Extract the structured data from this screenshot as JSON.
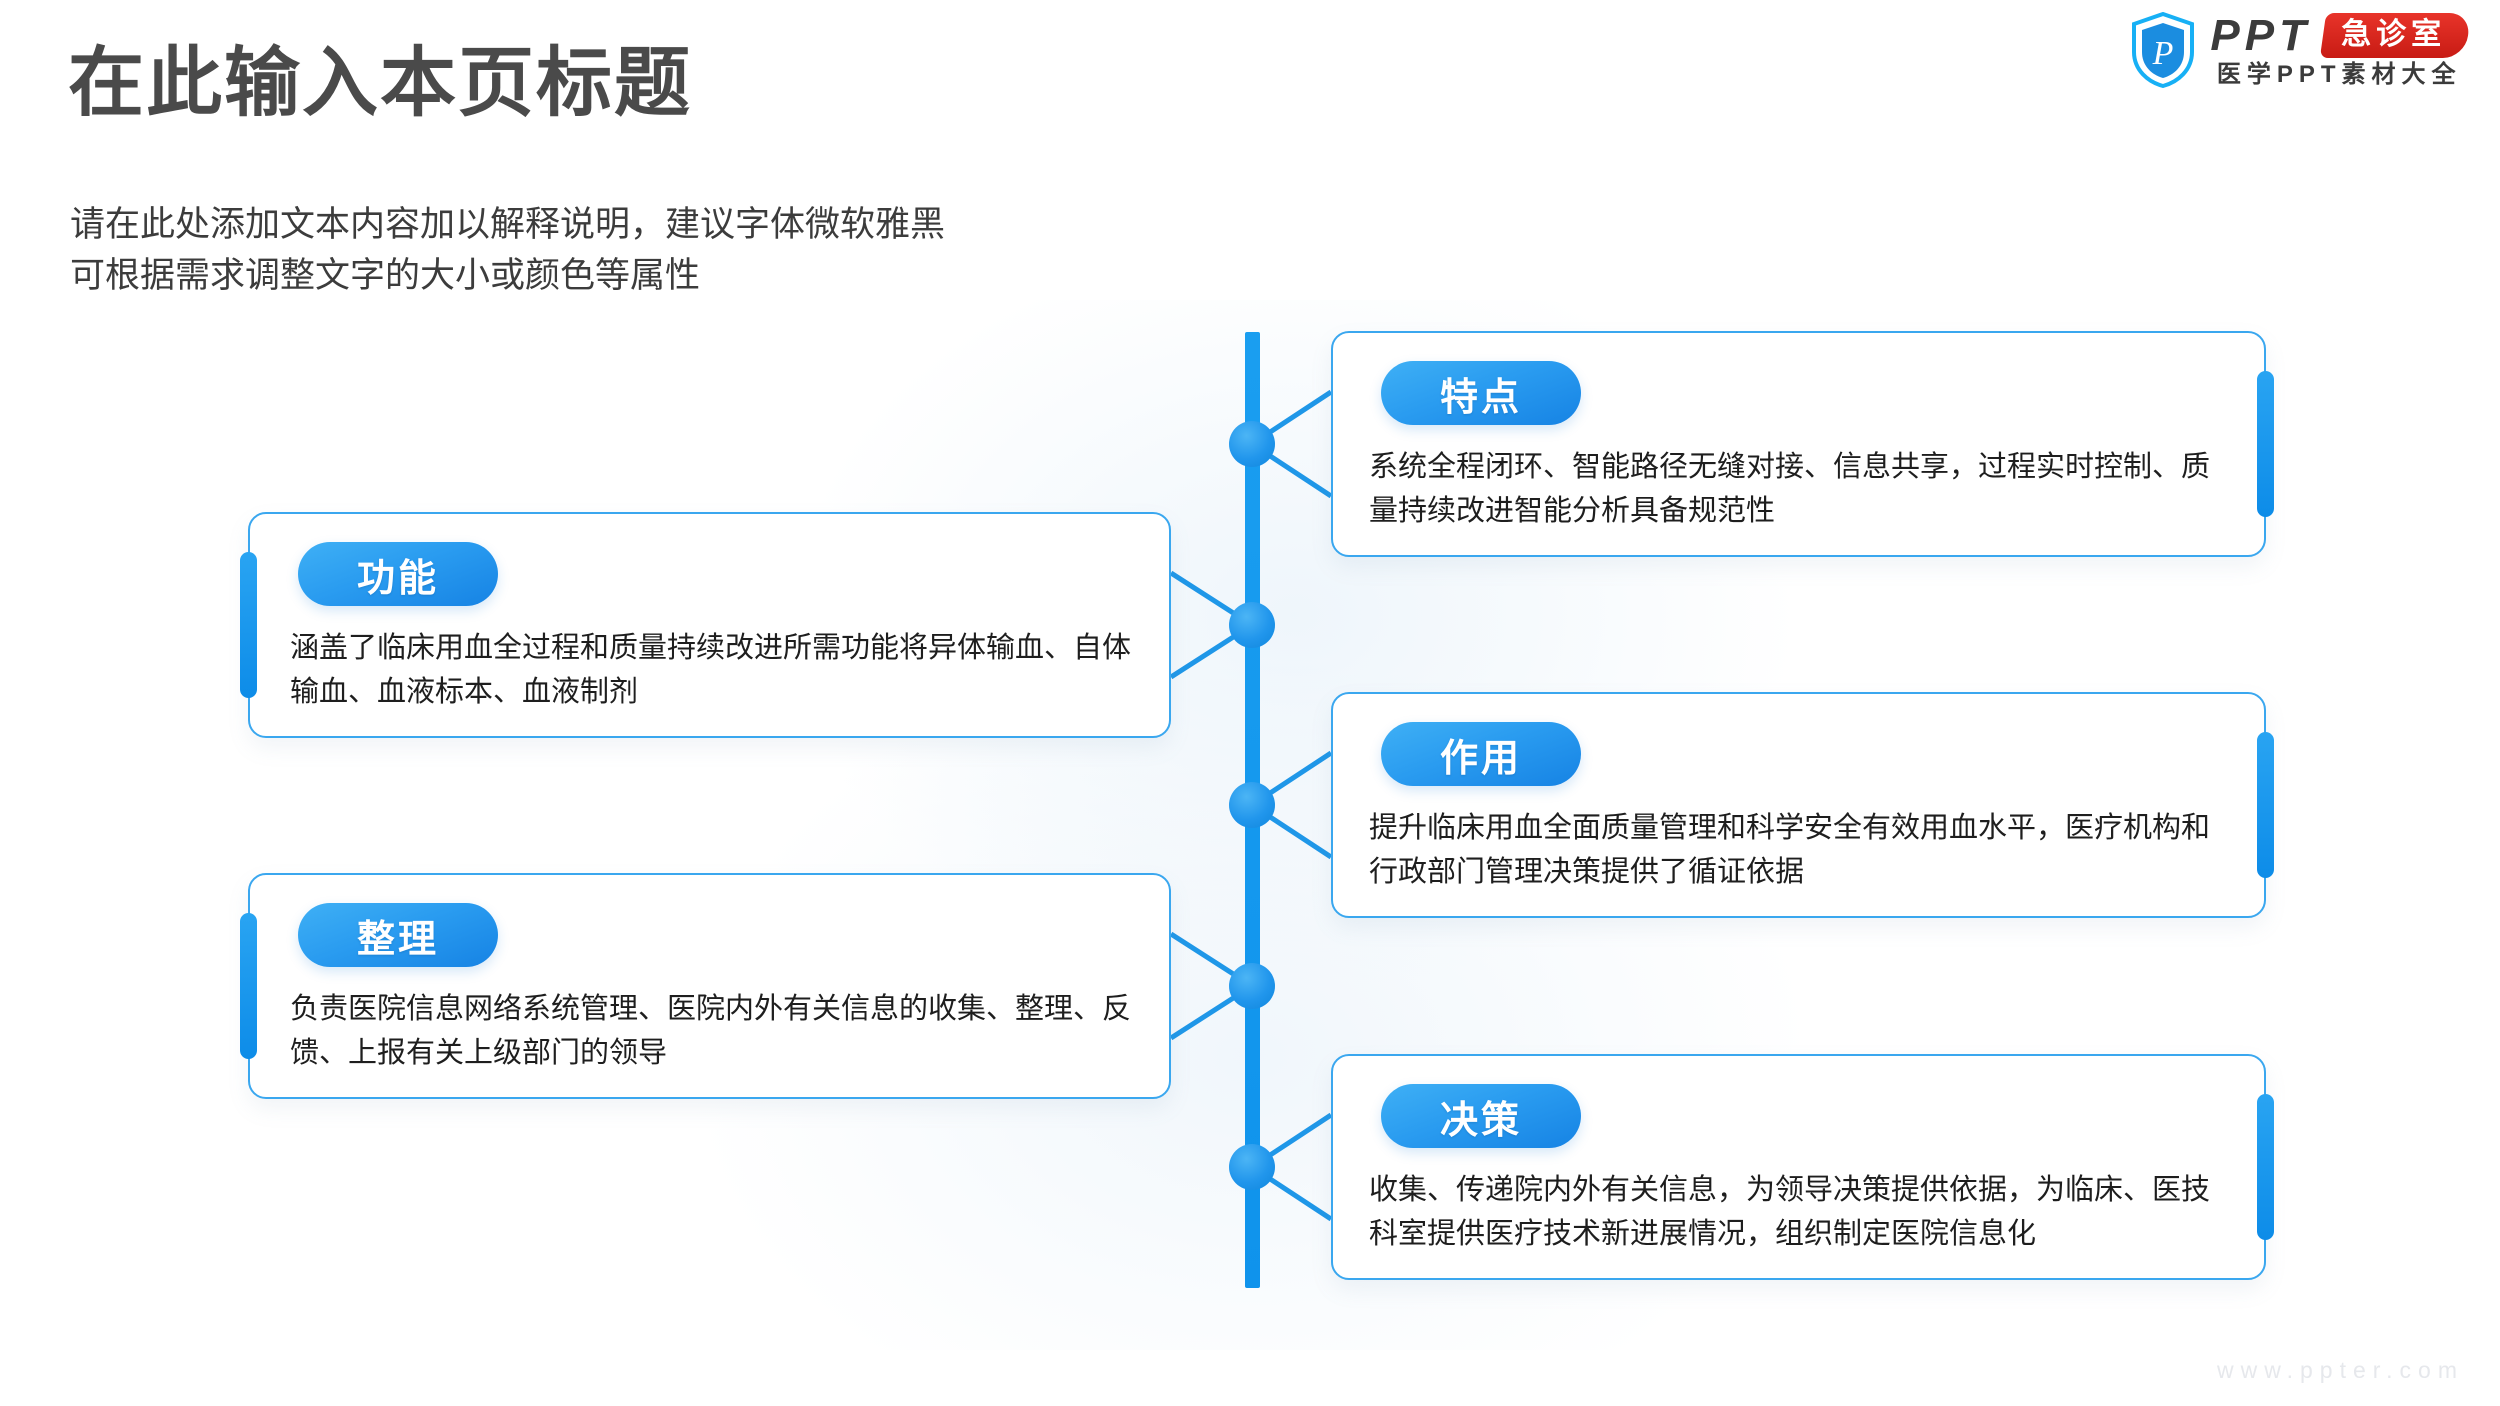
{
  "header": {
    "title": "在此输入本页标题",
    "subtitle": "请在此处添加文本内容加以解释说明，建议字体微软雅黑\n可根据需求调整文字的大小或颜色等属性"
  },
  "logo": {
    "shield_letter": "P",
    "wordmark": "PPT",
    "badge": "急诊室",
    "tagline": "医学PPT素材大全",
    "shield_color": "#1b9bf0",
    "badge_color": "#d8221a"
  },
  "theme": {
    "accent": "#1a9ef0",
    "accent_dark": "#0f86dc",
    "card_border": "#3aa7ef",
    "title_color": "#4a4a4a",
    "body_color": "#1e1e1e"
  },
  "cards": [
    {
      "id": "card-tedian",
      "side": "right",
      "badge": "特点",
      "text": "系统全程闭环、智能路径无缝对接、信息共享，过程实时控制、质量持续改进智能分析具备规范性"
    },
    {
      "id": "card-gongneng",
      "side": "left",
      "badge": "功能",
      "text": "涵盖了临床用血全过程和质量持续改进所需功能将异体输血、自体输血、血液标本、血液制剂"
    },
    {
      "id": "card-zuoyong",
      "side": "right",
      "badge": "作用",
      "text": "提升临床用血全面质量管理和科学安全有效用血水平，医疗机构和行政部门管理决策提供了循证依据"
    },
    {
      "id": "card-zhengli",
      "side": "left",
      "badge": "整理",
      "text": "负责医院信息网络系统管理、医院内外有关信息的收集、整理、反馈、上报有关上级部门的领导"
    },
    {
      "id": "card-juece",
      "side": "right",
      "badge": "决策",
      "text": "收集、传递院内外有关信息，为领导决策提供依据，为临床、医技科室提供医疗技术新进展情况，组织制定医院信息化"
    }
  ],
  "footer": {
    "watermark": "www.ppter.com"
  }
}
